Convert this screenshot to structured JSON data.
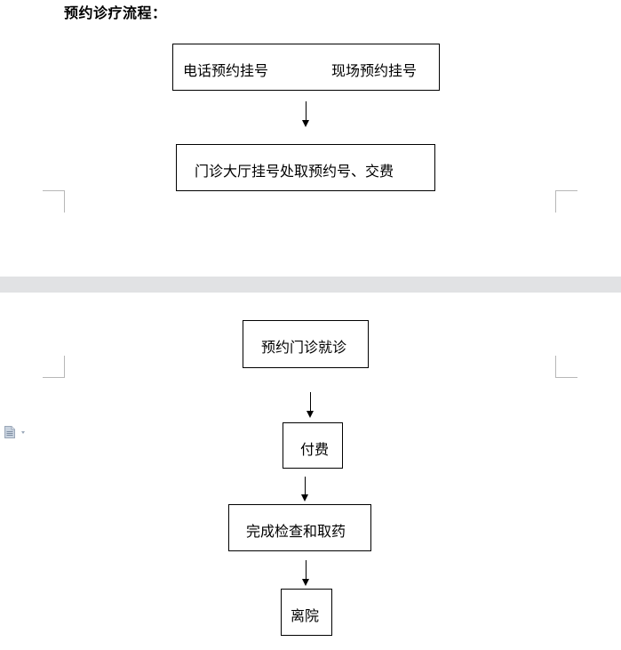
{
  "heading": "预约诊疗流程：",
  "flow": {
    "step1_left": "电话预约挂号",
    "step1_right": "现场预约挂号",
    "step2": "门诊大厅挂号处取预约号、交费",
    "step3": "预约门诊就诊",
    "step4": "付费",
    "step5": "完成检查和取药",
    "step6": "离院"
  },
  "icons": {
    "document": "document-icon",
    "dropdown": "chevron-down-icon"
  },
  "colors": {
    "page_gap": "#e1e2e4",
    "crop_marks": "#b7b7b7",
    "icon": "#9aa7b8"
  }
}
